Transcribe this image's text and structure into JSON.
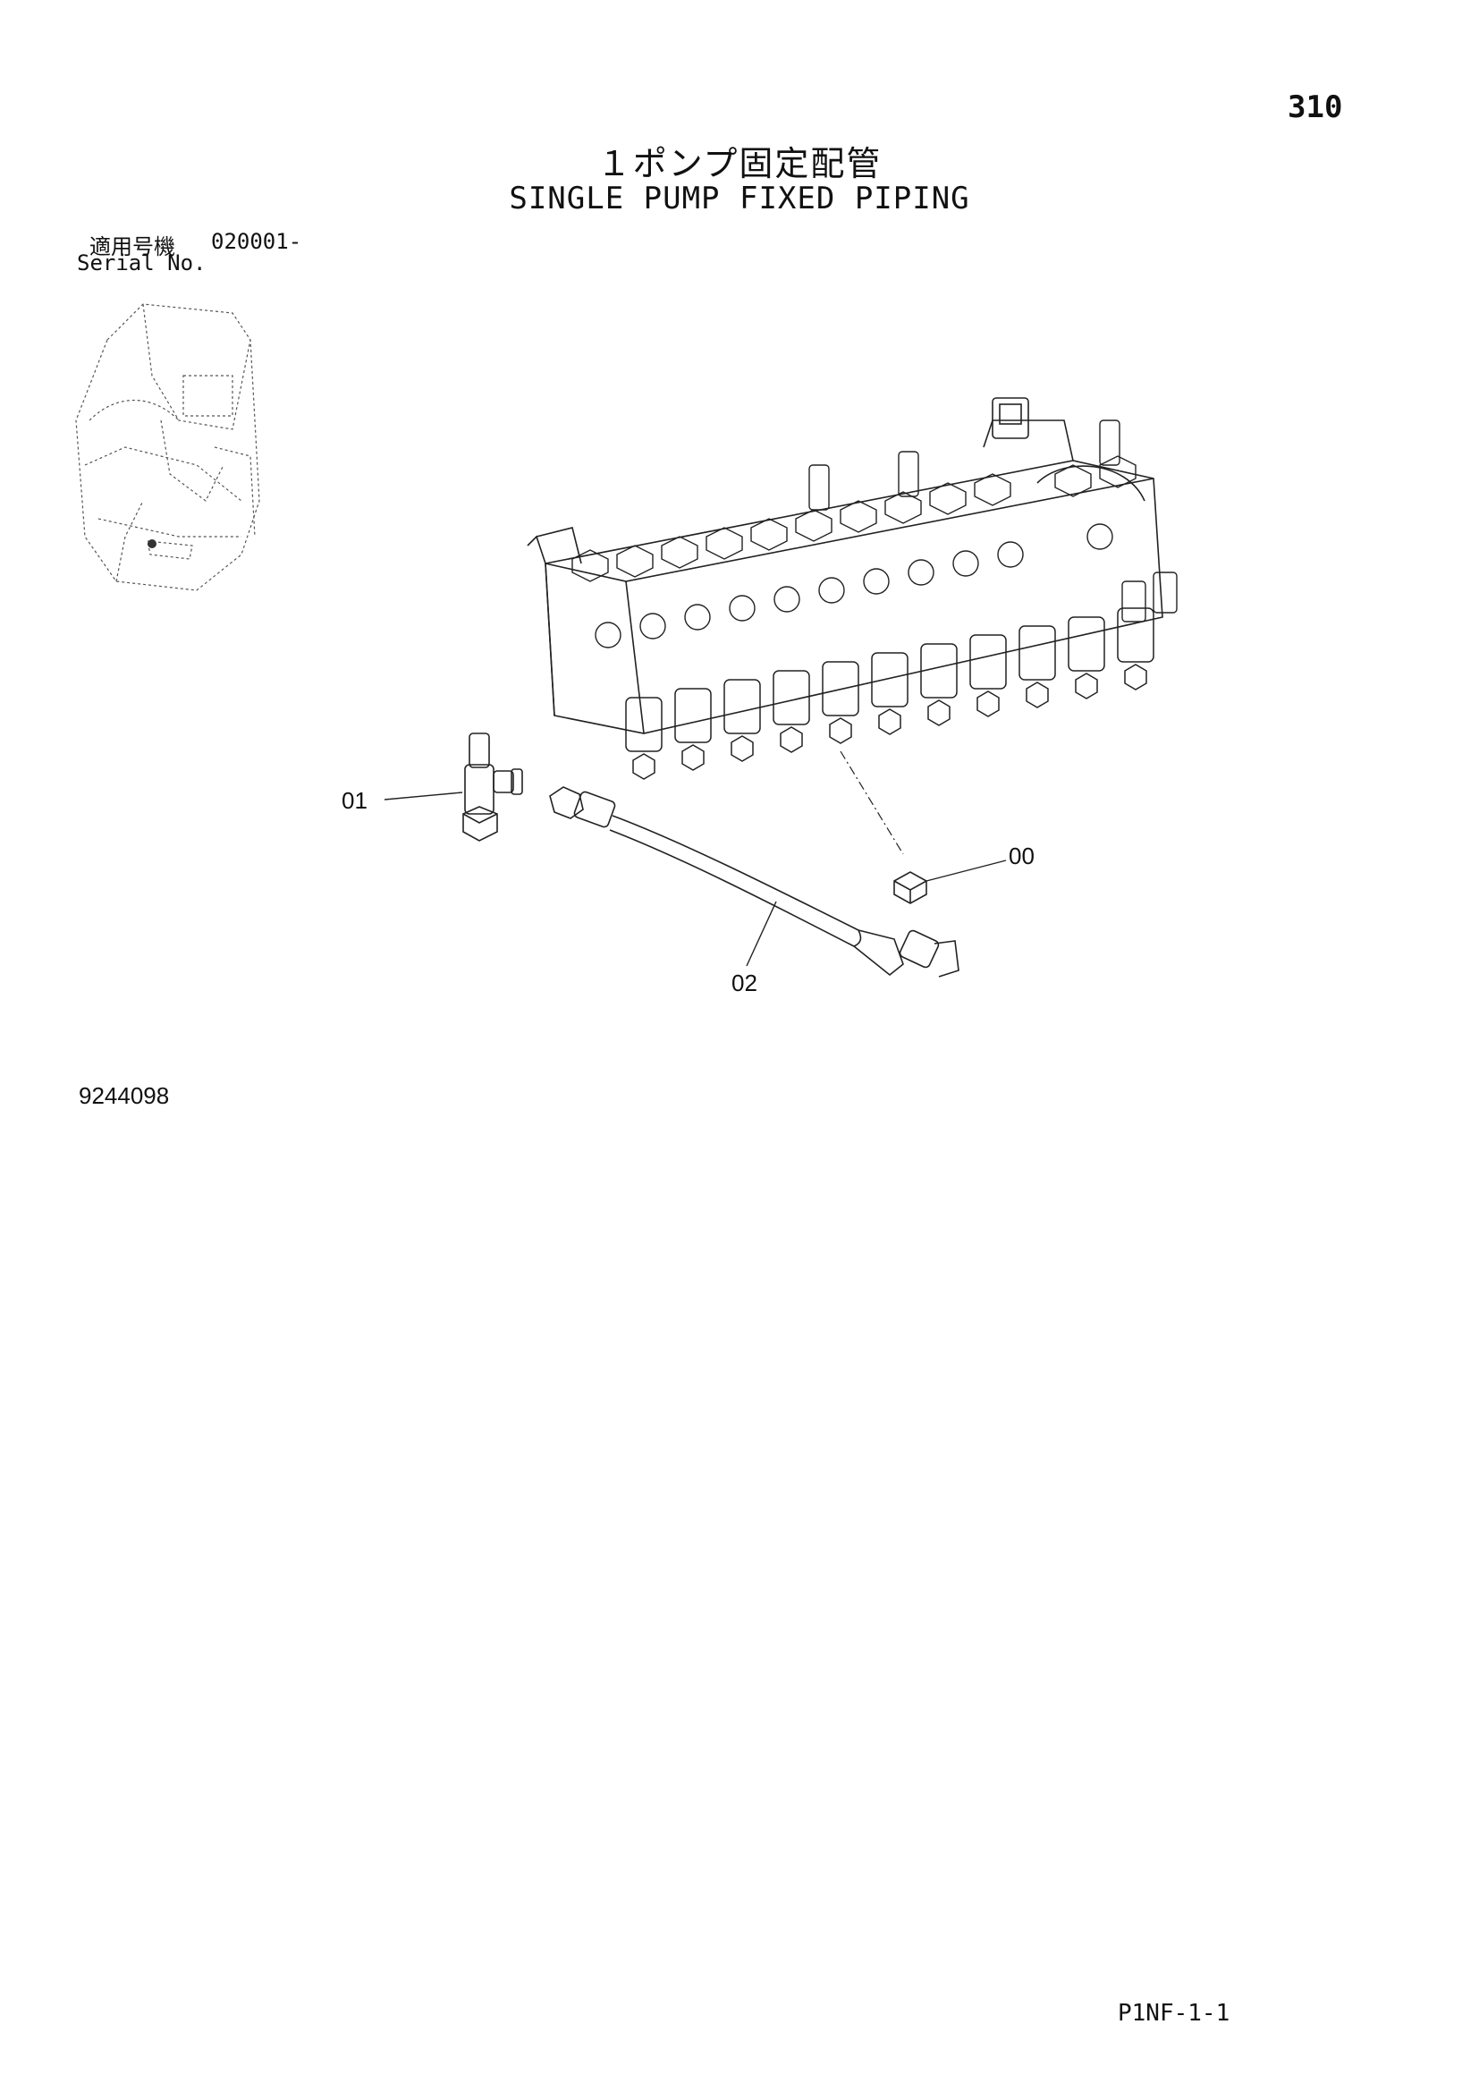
{
  "page_number": "310",
  "title_jp": "１ポンプ固定配管",
  "title_en": "SINGLE PUMP FIXED PIPING",
  "serial": {
    "label_jp": "適用号機",
    "value": "020001-",
    "label_en": "Serial No."
  },
  "callouts": {
    "c00": "00",
    "c01": "01",
    "c02": "02"
  },
  "drawing_number": "9244098",
  "footer_code": "P1NF-1-1"
}
